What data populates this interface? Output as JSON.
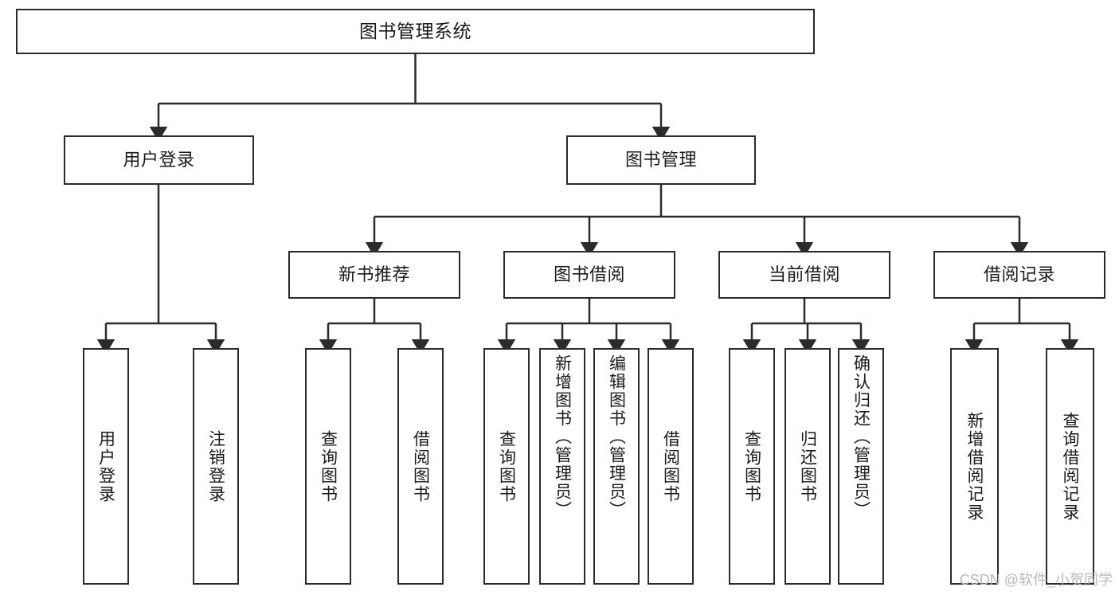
{
  "diagram": {
    "title": "图书管理系统",
    "type": "tree-hierarchy-chart",
    "colors": {
      "stroke": "#2b2b2b",
      "fill": "#ffffff",
      "text": "#1a1a1a",
      "watermark": "#b9b9b9"
    },
    "root": {
      "label": "图书管理系统"
    },
    "level1": [
      {
        "label": "用户登录"
      },
      {
        "label": "图书管理"
      }
    ],
    "level2": [
      {
        "label": "新书推荐"
      },
      {
        "label": "图书借阅"
      },
      {
        "label": "当前借阅"
      },
      {
        "label": "借阅记录"
      }
    ],
    "leaves": {
      "user_login": [
        {
          "label": "用户登录"
        },
        {
          "label": "注销登录"
        }
      ],
      "new_book_recommend": [
        {
          "label": "查询图书"
        },
        {
          "label": "借阅图书"
        }
      ],
      "book_borrow": [
        {
          "label": "查询图书"
        },
        {
          "label": "新增图书（管理员）"
        },
        {
          "label": "编辑图书（管理员）"
        },
        {
          "label": "借阅图书"
        }
      ],
      "current_borrow": [
        {
          "label": "查询图书"
        },
        {
          "label": "归还图书"
        },
        {
          "label": "确认归还（管理员）"
        }
      ],
      "borrow_record": [
        {
          "label": "新增借阅记录"
        },
        {
          "label": "查询借阅记录"
        }
      ]
    },
    "watermark": "CSDN @软件_小贺同学"
  }
}
